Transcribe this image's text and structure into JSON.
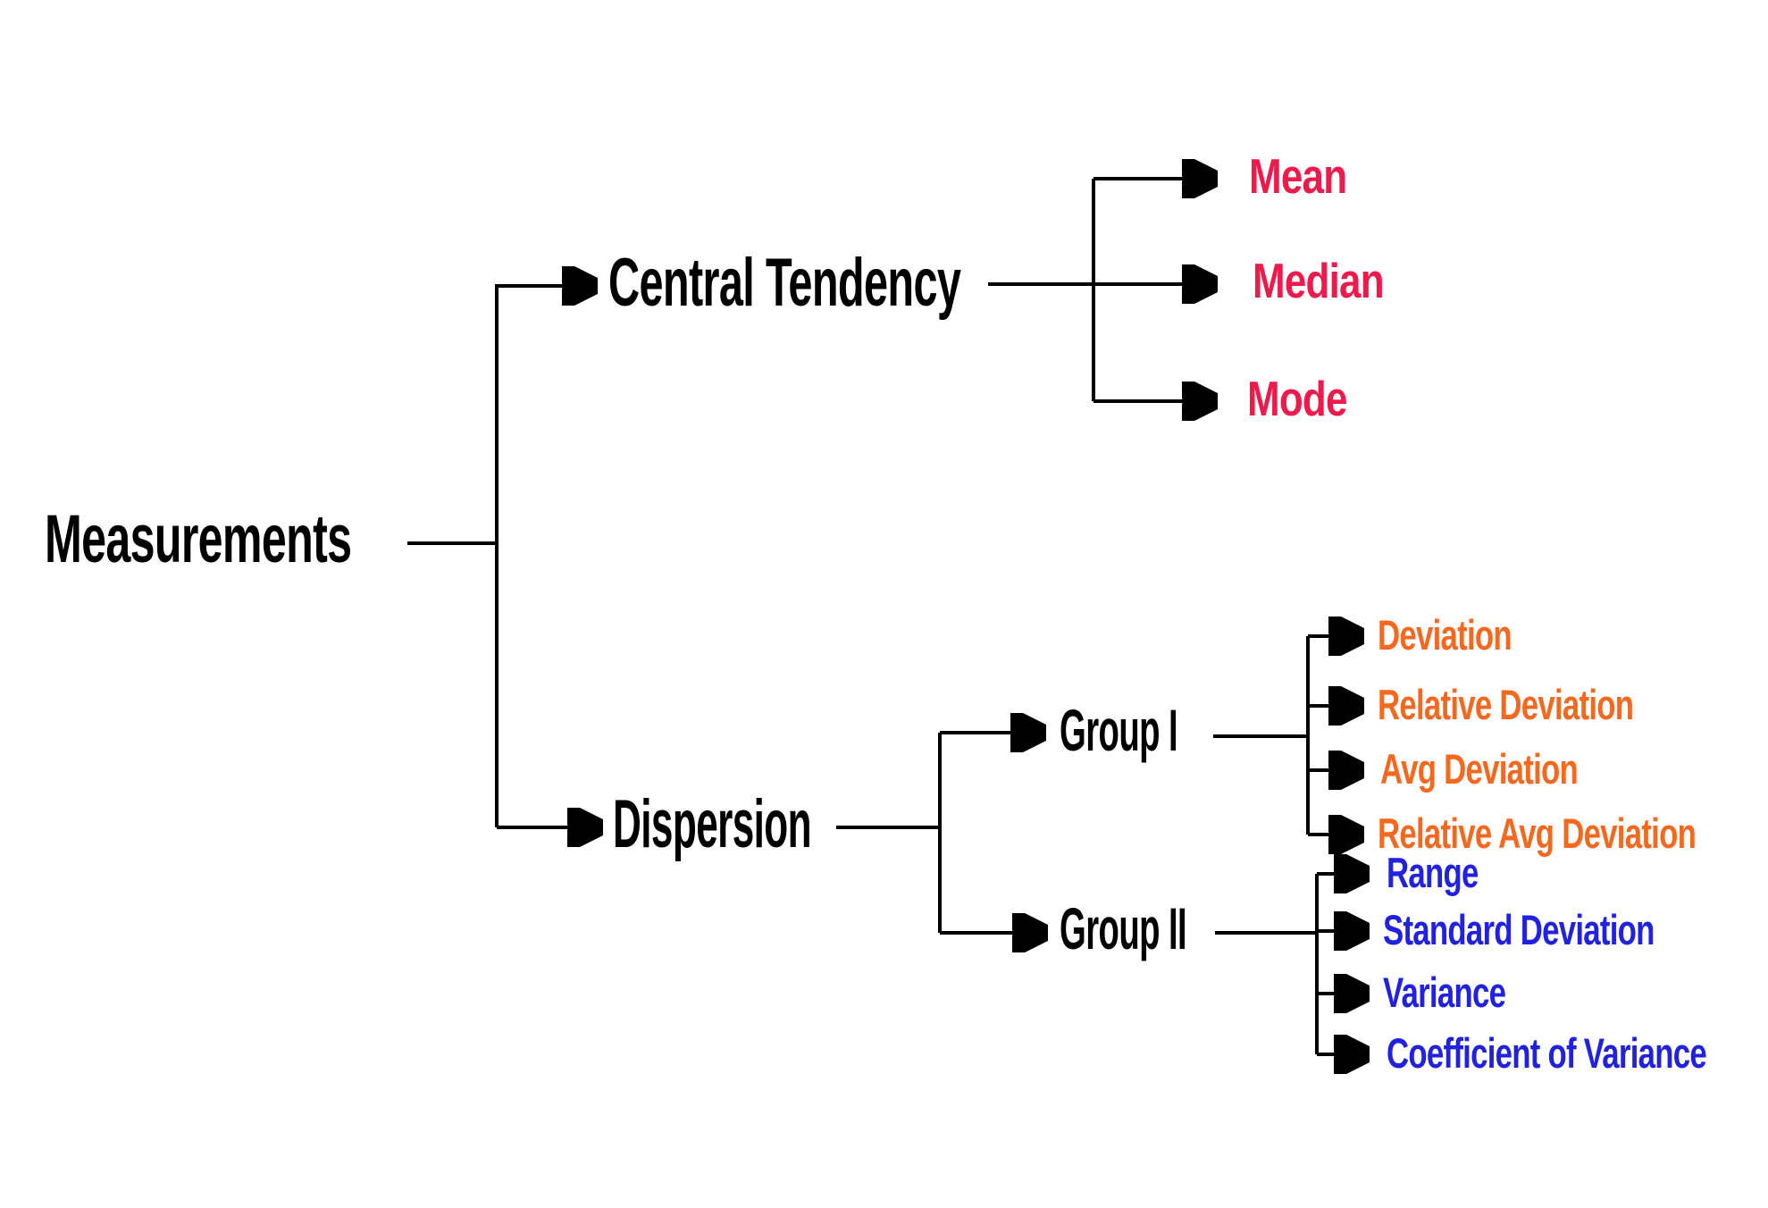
{
  "diagram": {
    "palette": {
      "black": "#000000",
      "pink": "#ED1A4B",
      "orange": "#F2691F",
      "blue": "#2121E0",
      "line": "#000000",
      "background": "#FFFFFF"
    },
    "root": {
      "label": "Measurements"
    },
    "branches": [
      {
        "label": "Central Tendency",
        "children": [
          {
            "label": "Mean"
          },
          {
            "label": "Median"
          },
          {
            "label": "Mode"
          }
        ]
      },
      {
        "label": "Dispersion",
        "groups": [
          {
            "label": "Group I",
            "children": [
              {
                "label": "Deviation"
              },
              {
                "label": "Relative Deviation"
              },
              {
                "label": "Avg Deviation"
              },
              {
                "label": "Relative Avg Deviation"
              }
            ]
          },
          {
            "label": "Group II",
            "children": [
              {
                "label": "Range"
              },
              {
                "label": "Standard Deviation"
              },
              {
                "label": "Variance"
              },
              {
                "label": "Coefficient of Variance"
              }
            ]
          }
        ]
      }
    ]
  }
}
